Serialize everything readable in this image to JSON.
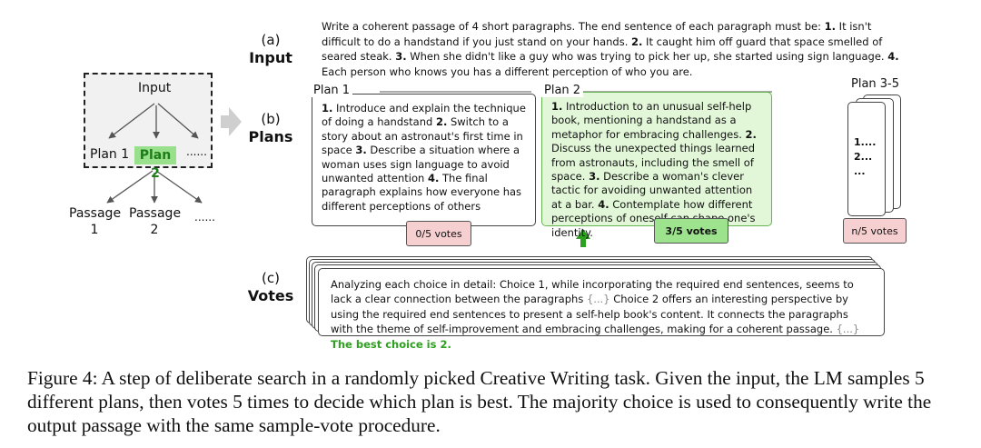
{
  "diagram": {
    "schematic": {
      "input": "Input",
      "plan1": "Plan 1",
      "plan2": "Plan 2",
      "plan_more": "......",
      "passage1_a": "Passage",
      "passage1_b": "1",
      "passage2_a": "Passage",
      "passage2_b": "2",
      "passage_more": "......"
    },
    "sections": {
      "input": {
        "letter": "(a)",
        "title": "Input"
      },
      "plans": {
        "letter": "(b)",
        "title": "Plans"
      },
      "votes": {
        "letter": "(c)",
        "title": "Votes"
      }
    },
    "input": {
      "prefix": "Write a coherent passage of 4 short paragraphs. The end sentence of each paragraph must be: ",
      "n1": "1.",
      "s1": " It isn't difficult to do a handstand if you just stand on your hands. ",
      "n2": "2.",
      "s2": " It caught him off guard that space smelled of seared steak. ",
      "n3": "3.",
      "s3": " When she didn't like a guy who was trying to pick her up, she started using sign language. ",
      "n4": "4.",
      "s4": " Each person who knows you has a different perception of who you are."
    },
    "plans": {
      "plan1": {
        "label": "Plan 1",
        "n1": "1.",
        "t1": " Introduce and explain the technique of doing a handstand ",
        "n2": "2.",
        "t2": " Switch to a story about an astronaut's first time in space ",
        "n3": "3.",
        "t3": " Describe a situation where a woman uses sign language to avoid unwanted attention ",
        "n4": "4.",
        "t4": " The final paragraph explains how everyone has different perceptions of others",
        "votes": "0/5 votes"
      },
      "plan2": {
        "label": "Plan 2",
        "n1": "1.",
        "t1": " Introduction to an unusual self-help book, mentioning a handstand as a metaphor for embracing challenges. ",
        "n2": "2.",
        "t2": " Discuss the unexpected things learned from astronauts, including the smell of space. ",
        "n3": "3.",
        "t3": " Describe a woman's clever tactic for avoiding unwanted attention at a bar. ",
        "n4": "4.",
        "t4": " Contemplate how different perceptions of oneself can shape one's identity.",
        "votes": "3/5 votes"
      },
      "plan_rest": {
        "label": "Plan 3-5",
        "line1": "1....",
        "line2": "2...",
        "line3": "...",
        "votes": "n/5 votes"
      }
    },
    "votes": {
      "t1": "Analyzing each choice in detail:  Choice 1, while incorporating the required end sentences, seems to lack a clear connection between the paragraphs ",
      "ell1": "{...}",
      "t2": " Choice 2 offers an interesting perspective by using the required end sentences to present a self-help book's content. It connects the paragraphs with the theme of self-improvement and embracing challenges, making for a coherent passage.  ",
      "ell2": "{...}",
      "best": " The best choice is 2."
    },
    "colors": {
      "green": "#2ea01f",
      "green_fill": "#e2f7d8",
      "red_fill": "#f6d0d1",
      "arrow_gray": "#cfcfcf"
    }
  },
  "caption": "Figure 4: A step of deliberate search in a randomly picked Creative Writing task. Given the input, the LM samples 5 different plans, then votes 5 times to decide which plan is best. The majority choice is used to consequently write the output passage with the same sample-vote procedure."
}
